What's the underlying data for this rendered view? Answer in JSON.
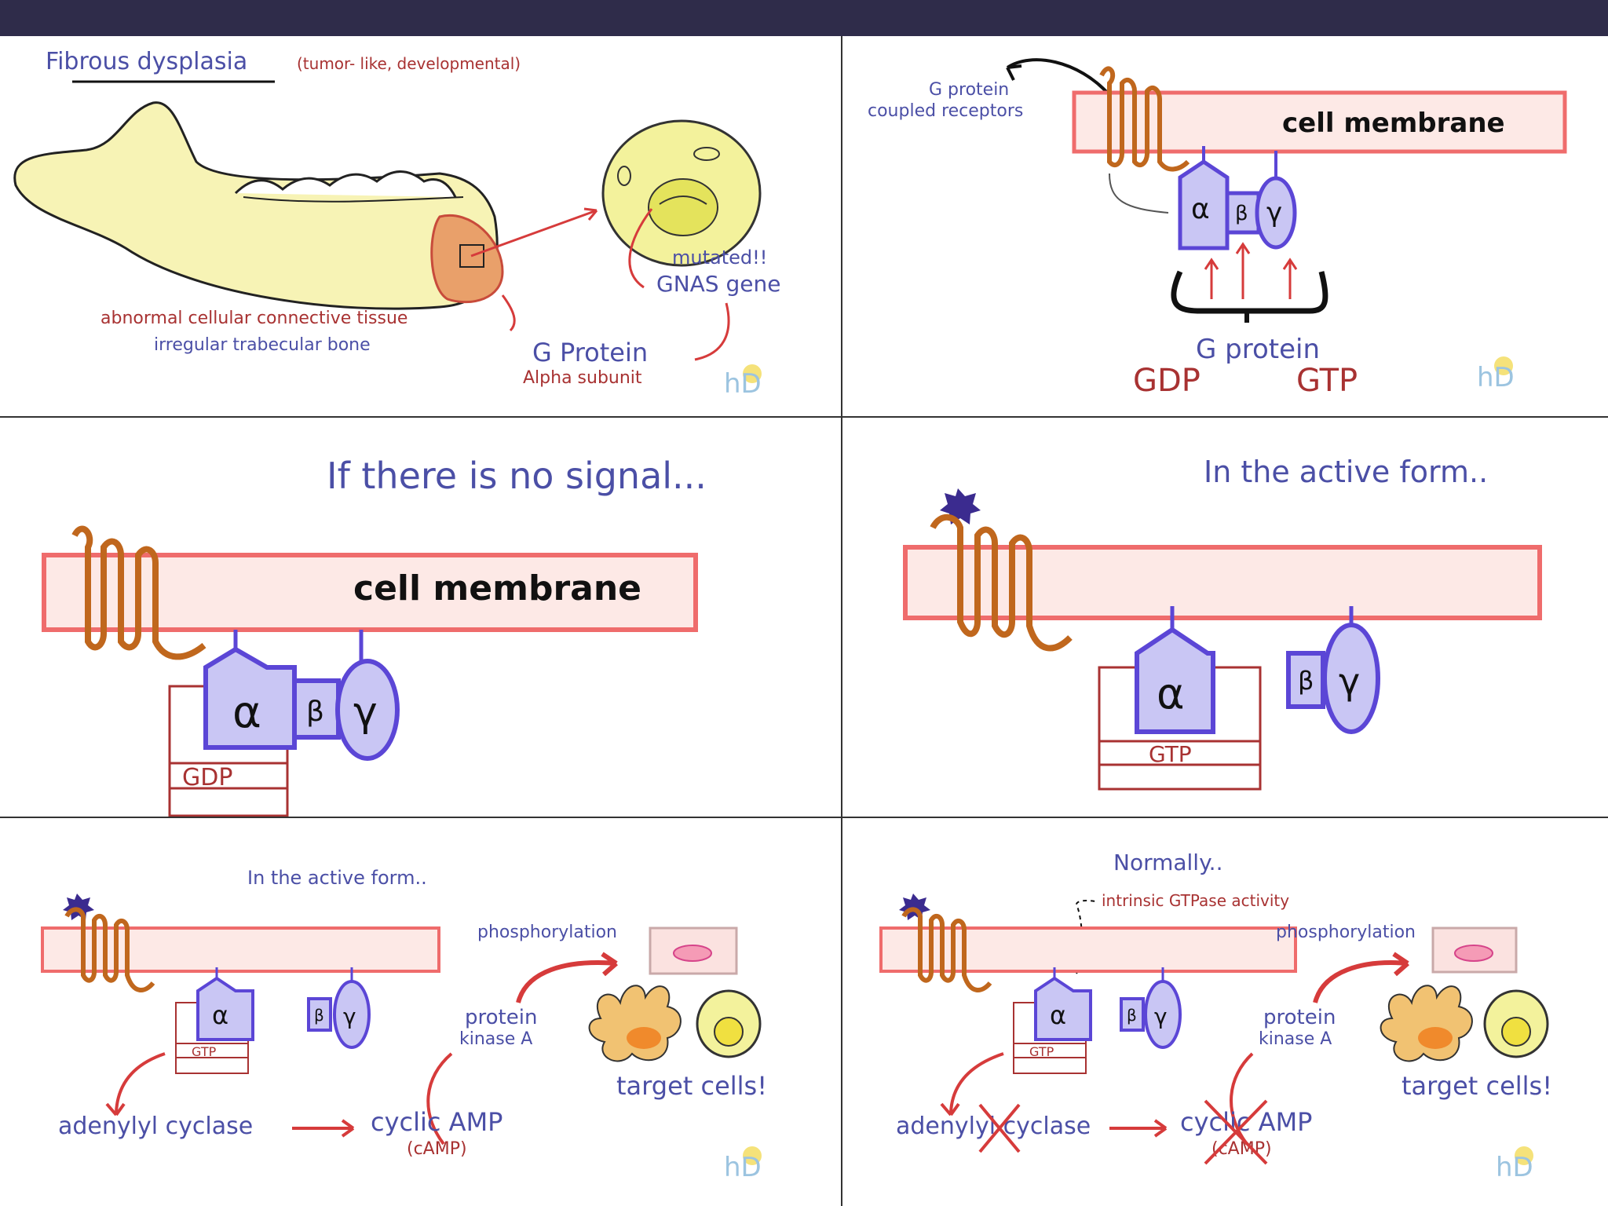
{
  "colors": {
    "topbar": "#2f2c4a",
    "membrane_fill": "#fde9e6",
    "membrane_stroke": "#ef6c6c",
    "receptor": "#c0671d",
    "protein_fill": "#c9c6f4",
    "protein_stroke": "#5b46d6",
    "text_blue": "#4b4fa6",
    "text_red": "#a83232",
    "arrow_red": "#d63b3b"
  },
  "panel1": {
    "title": "Fibrous dysplasia",
    "title_note": "(tumor- like, developmental)",
    "label_tissue": "abnormal cellular connective tissue",
    "label_bone": "irregular trabecular bone",
    "label_mutated": "mutated!!",
    "label_gene": "GNAS gene",
    "label_gprotein": "G Protein",
    "label_alpha": "Alpha subunit"
  },
  "panel2": {
    "label_receptors_1": "G protein",
    "label_receptors_2": "coupled receptors",
    "label_membrane": "cell membrane",
    "label_gprotein": "G protein",
    "label_gdp": "GDP",
    "label_gtp": "GTP"
  },
  "panel3": {
    "heading": "If there is no signal...",
    "label_membrane": "cell membrane",
    "label_gdp": "GDP"
  },
  "panel4": {
    "heading": "In the active form..",
    "label_gtp": "GTP"
  },
  "panel5": {
    "heading": "In the active form..",
    "label_phosphorylation": "phosphorylation",
    "label_pka_1": "protein",
    "label_pka_2": "kinase A",
    "label_target": "target cells!",
    "label_adenylyl": "adenylyl cyclase",
    "label_camp": "cyclic AMP",
    "label_camp_abbr": "(cAMP)",
    "label_gtp": "GTP"
  },
  "panel6": {
    "heading": "Normally..",
    "label_gtpase": "intrinsic GTPase activity",
    "label_phosphorylation": "phosphorylation",
    "label_pka_1": "protein",
    "label_pka_2": "kinase A",
    "label_target": "target cells!",
    "label_adenylyl": "adenylyl cyclase",
    "label_camp": "cyclic AMP",
    "label_camp_abbr": "(cAMP)",
    "label_gtp": "GTP"
  },
  "greek": {
    "alpha": "α",
    "beta": "β",
    "gamma": "γ"
  },
  "logo": {
    "text": "hD",
    "icon": "lightbulb-icon"
  }
}
